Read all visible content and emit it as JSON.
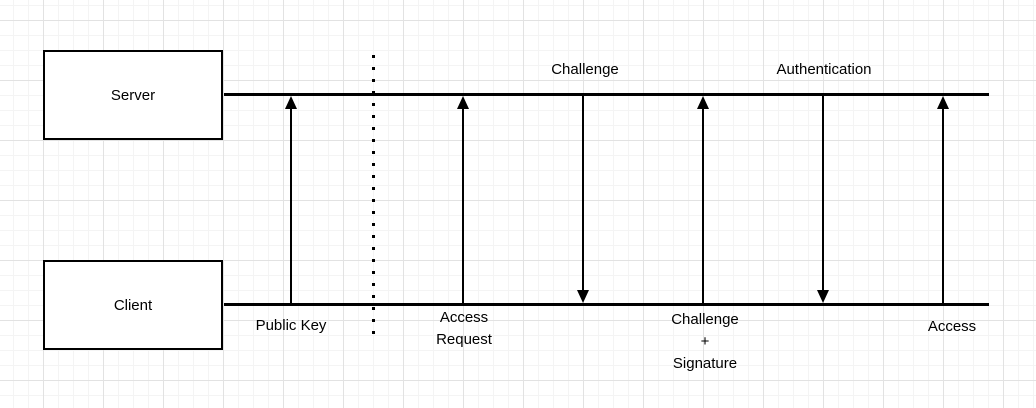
{
  "diagram": {
    "title": "client-server challenge-response authentication sequence",
    "actors": [
      {
        "label": "Server"
      },
      {
        "label": "Client"
      }
    ],
    "messages": [
      {
        "label": "Public Key",
        "direction": "client-to-server"
      },
      {
        "label": "Access\nRequest",
        "direction": "client-to-server"
      },
      {
        "label": "Challenge",
        "direction": "server-to-client"
      },
      {
        "label": "Challenge\n+\nSignature",
        "direction": "client-to-server"
      },
      {
        "label": "Authentication",
        "direction": "server-to-client"
      },
      {
        "label": "Access",
        "direction": "client-to-server"
      }
    ],
    "divider": {
      "style": "dotted-vertical-line"
    },
    "colors": {
      "shape_stroke": "#000000",
      "background": "#ffffff",
      "grid_minor": "#f4f4f4",
      "grid_major": "#e2e2e2"
    }
  }
}
